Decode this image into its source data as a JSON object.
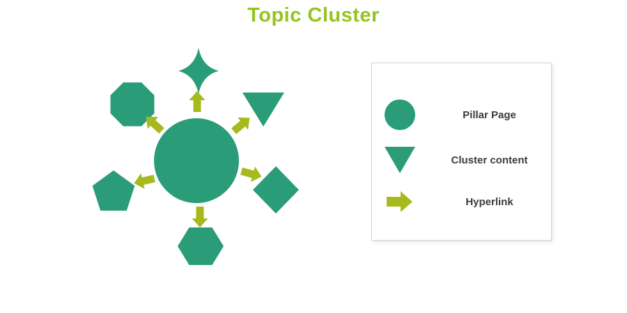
{
  "title": "Topic Cluster",
  "colors": {
    "teal": "#2A9D78",
    "olive": "#A6BA1F",
    "title-green": "#97C31F",
    "text": "#3C3C3C",
    "border": "#D4D4D4"
  },
  "diagram": {
    "center_shape": "pillar-page-circle",
    "satellite_shapes": [
      "four-point-star",
      "octagon",
      "triangle",
      "diamond",
      "pentagon",
      "hexagon"
    ],
    "connector": "hyperlink-arrow"
  },
  "legend": {
    "items": [
      {
        "icon": "pillar-page-circle-icon",
        "label": "Pillar Page"
      },
      {
        "icon": "cluster-content-triangle-icon",
        "label": "Cluster content"
      },
      {
        "icon": "hyperlink-arrow-icon",
        "label": "Hyperlink"
      }
    ]
  }
}
